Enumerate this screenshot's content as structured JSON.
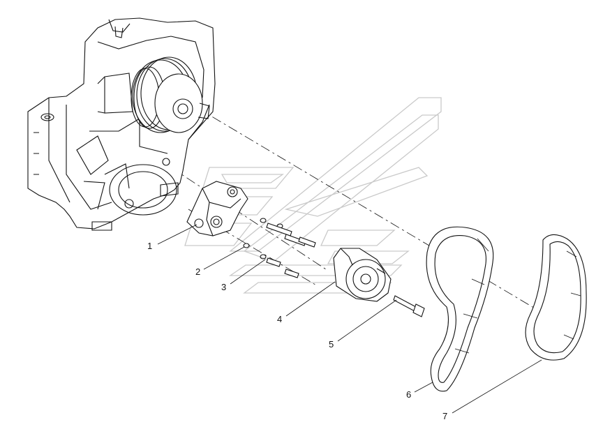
{
  "diagram": {
    "callouts": [
      {
        "id": "1",
        "label": "1"
      },
      {
        "id": "2",
        "label": "2"
      },
      {
        "id": "3",
        "label": "3"
      },
      {
        "id": "4",
        "label": "4"
      },
      {
        "id": "5",
        "label": "5"
      },
      {
        "id": "6",
        "label": "6"
      },
      {
        "id": "7",
        "label": "7"
      }
    ]
  },
  "colors": {
    "line": "#111111",
    "background": "#ffffff",
    "watermark": "#c9c9c9"
  }
}
